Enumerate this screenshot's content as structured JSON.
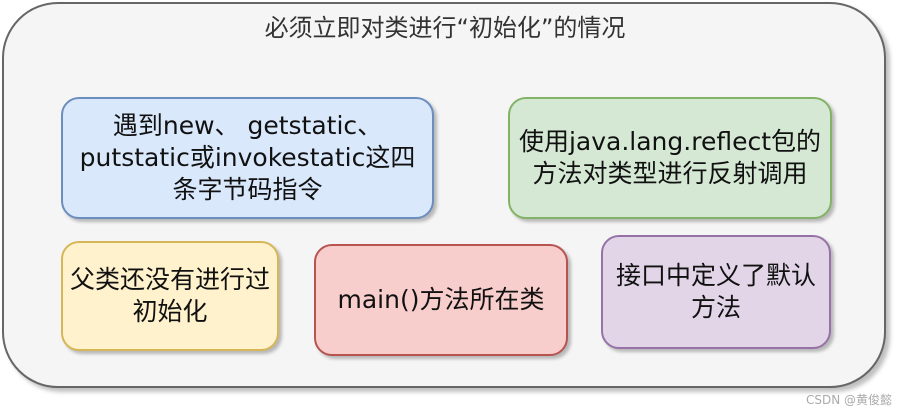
{
  "diagram": {
    "title": "必须立即对类进行“初始化”的情况",
    "nodes": [
      {
        "id": "bytecode",
        "label": "遇到new、 getstatic、putstatic或invokestatic这四条字节码指令",
        "color": "#dae8fc",
        "border": "#6c8ebf"
      },
      {
        "id": "reflect",
        "label": "使用java.lang.reflect包的方法对类型进行反射调用",
        "color": "#d5e8d4",
        "border": "#82b366"
      },
      {
        "id": "parent",
        "label": "父类还没有进行过初始化",
        "color": "#fff2cc",
        "border": "#d6b656"
      },
      {
        "id": "main",
        "label": "main()方法所在类",
        "color": "#f8cecc",
        "border": "#b85450"
      },
      {
        "id": "interface",
        "label": "接口中定义了默认方法",
        "color": "#e1d5e7",
        "border": "#9673a6"
      }
    ],
    "container": {
      "background": "#f5f5f5",
      "border": "#666666"
    }
  },
  "watermark": "CSDN @黄俊懿"
}
